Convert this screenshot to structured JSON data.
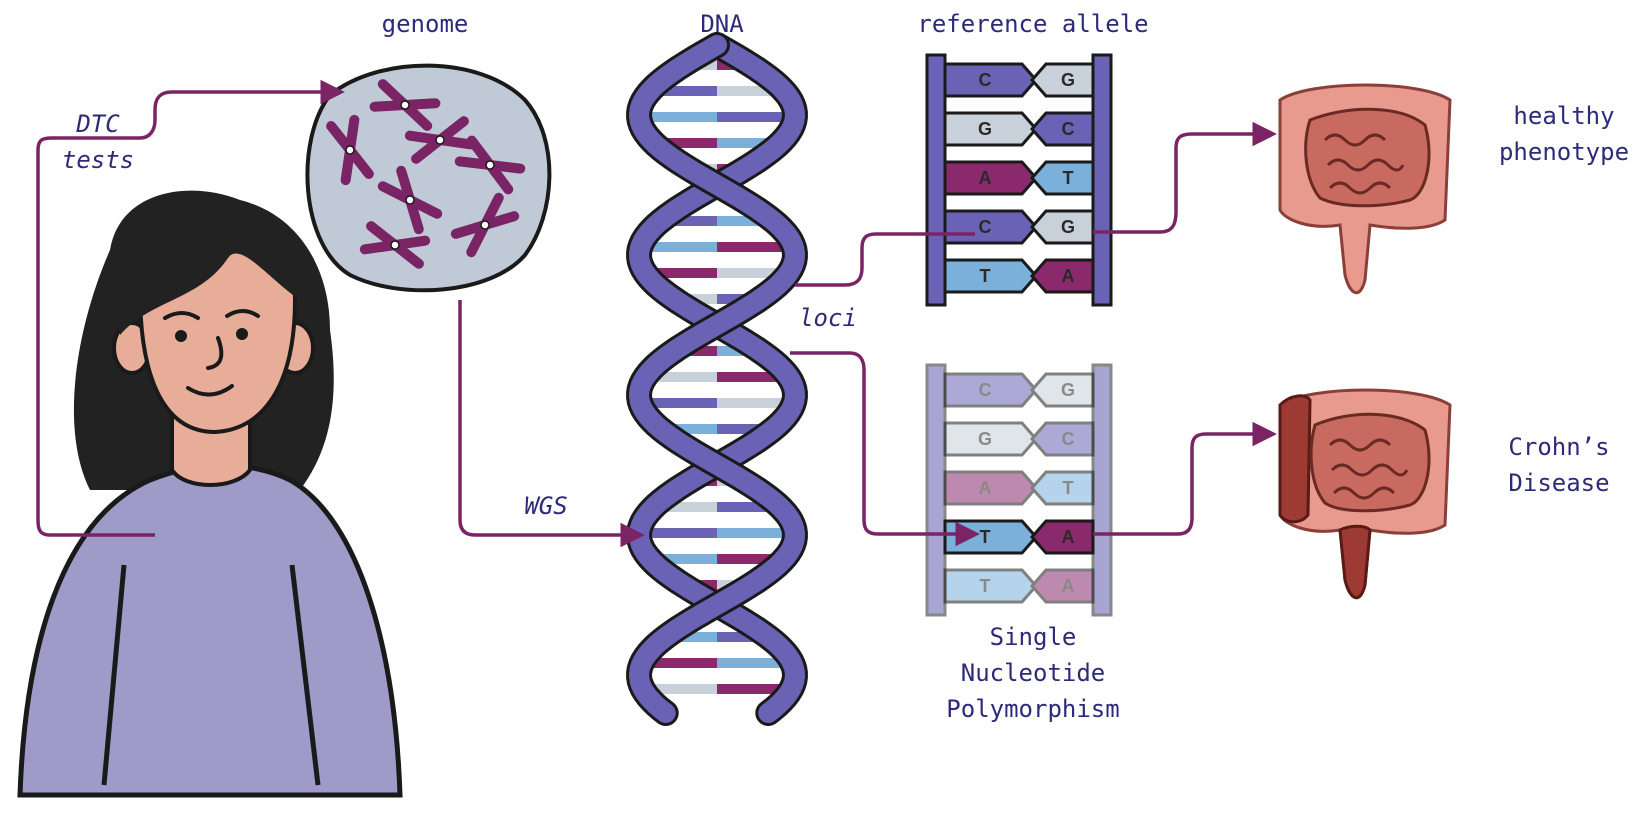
{
  "labels": {
    "genome": "genome",
    "dna": "DNA",
    "reference_allele": "reference allele",
    "dtc_line1": "DTC",
    "dtc_line2": "tests",
    "wgs": "WGS",
    "loci": "loci",
    "snp_line1": "Single",
    "snp_line2": "Nucleotide",
    "snp_line3": "Polymorphism",
    "healthy_line1": "healthy",
    "healthy_line2": "phenotype",
    "crohns_line1": "Crohn’s",
    "crohns_line2": "Disease"
  },
  "reference_pairs": [
    {
      "left": "C",
      "right": "G"
    },
    {
      "left": "G",
      "right": "C"
    },
    {
      "left": "A",
      "right": "T"
    },
    {
      "left": "C",
      "right": "G"
    },
    {
      "left": "T",
      "right": "A"
    }
  ],
  "snp_pairs": [
    {
      "left": "C",
      "right": "G"
    },
    {
      "left": "G",
      "right": "C"
    },
    {
      "left": "A",
      "right": "T"
    },
    {
      "left": "T",
      "right": "A"
    },
    {
      "left": "T",
      "right": "A"
    }
  ],
  "colors": {
    "label_text": "#2e2a7a",
    "arrow": "#7a2466",
    "helix": "#6a63b5",
    "base_C": "#6a63b5",
    "base_G": "#c8d0da",
    "base_A": "#8a2a6c",
    "base_T": "#7ab0da",
    "shirt": "#9f9bc8",
    "skin": "#e8ad98",
    "hair": "#222222",
    "intestine_healthy": "#e99a8e",
    "intestine_diseased": "#9e3a34"
  }
}
